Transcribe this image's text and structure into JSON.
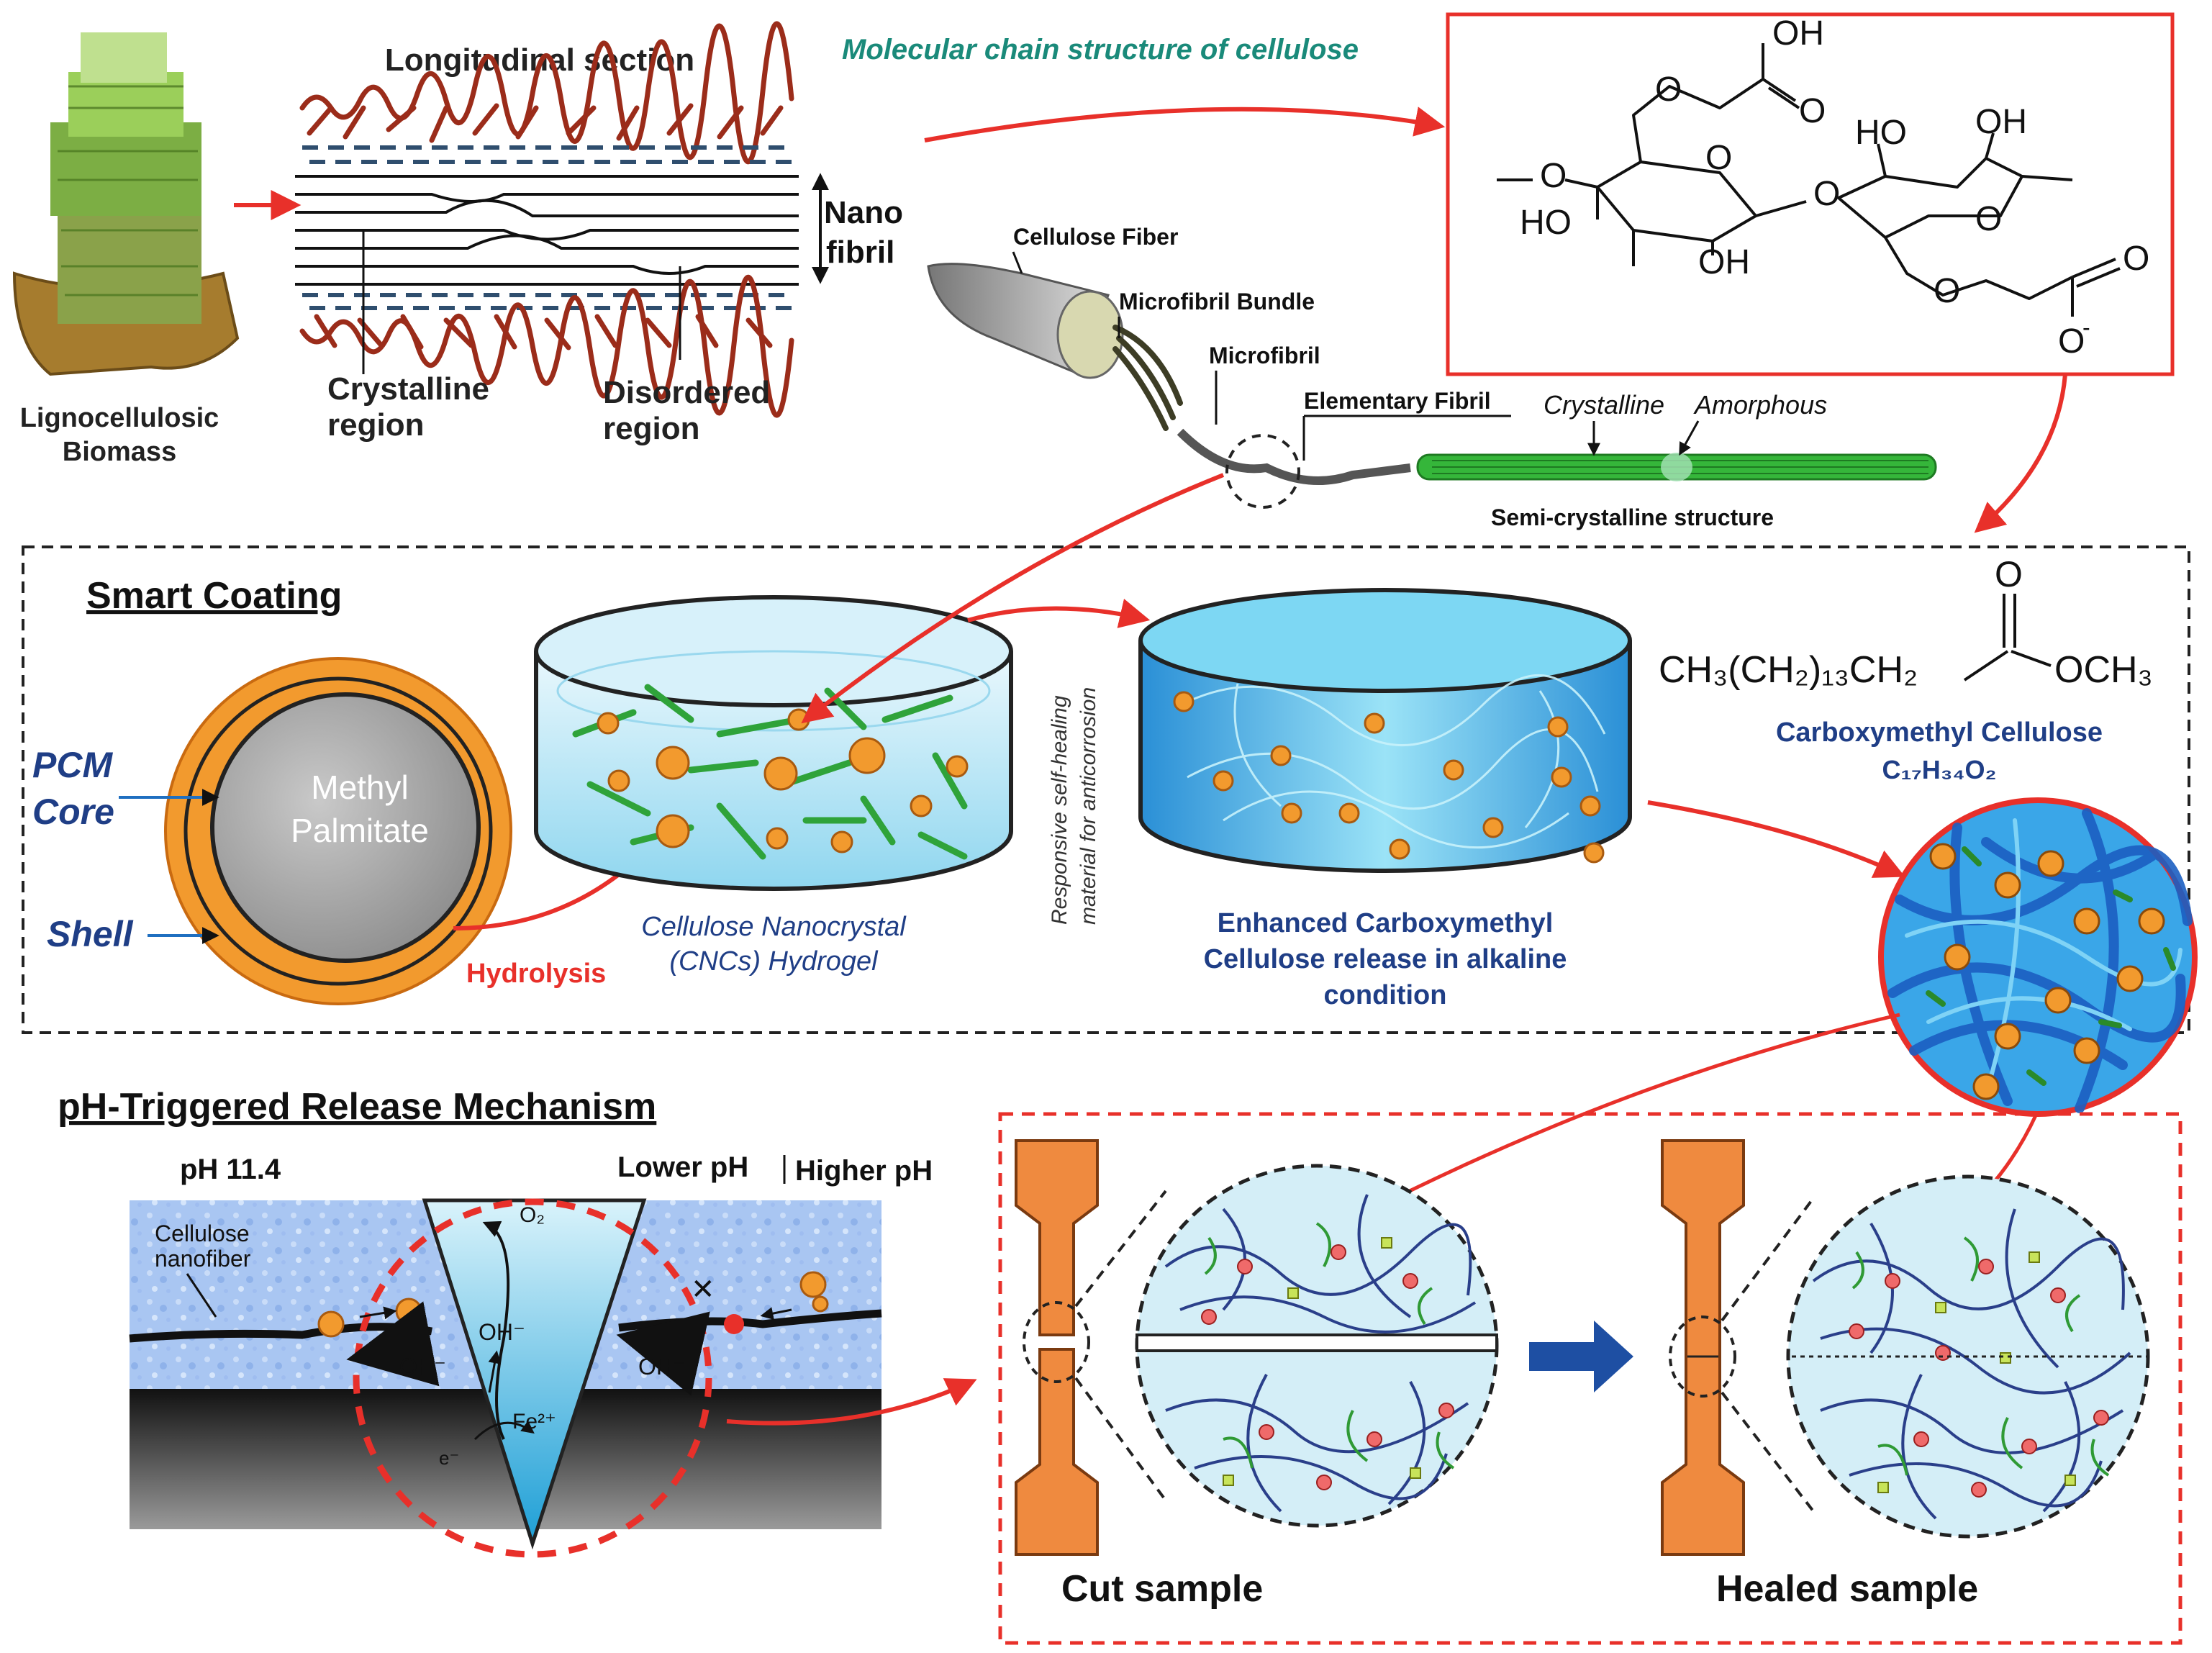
{
  "colors": {
    "red_arrow": "#e8302a",
    "navy_label": "#1f3e86",
    "teal_label": "#1a8a7a",
    "lignin_brown": "#9b2c1a",
    "hemicellulose_blue": "#2f4e6e",
    "water_blue": "#5bc8ef",
    "gel_cyan": "#bfe7f3",
    "core_gray": "#9a9a9a",
    "shell_orange": "#f29a2e",
    "crystalline_green": "#35b63a",
    "specimen_orange": "#ef8a3f",
    "big_arrow_blue": "#1e4fa3"
  },
  "top": {
    "biomass_label_1": "Lignocellulosic",
    "biomass_label_2": "Biomass",
    "longitudinal_title": "Longitudinal section",
    "nanofibril_1": "Nano",
    "nanofibril_2": "fibril",
    "crystalline_region_1": "Crystalline",
    "crystalline_region_2": "region",
    "disordered_region_1": "Disordered",
    "disordered_region_2": "region",
    "molecular_title": "Molecular chain structure of cellulose",
    "fiber": {
      "cellulose_fiber": "Cellulose Fiber",
      "microfibril_bundle": "Microfibril Bundle",
      "microfibril": "Microfibril",
      "elementary_fibril": "Elementary Fibril",
      "crystalline": "Crystalline",
      "amorphous": "Amorphous",
      "semi_crystalline": "Semi-crystalline structure"
    },
    "molecule": {
      "oh_top": "OH",
      "o_carbonyl": "O",
      "o_ether_left": "O",
      "o_ring_left": "O",
      "o_link": "O",
      "ho_mid": "HO",
      "oh_right": "OH",
      "ho_left": "HO",
      "oh_bottom": "OH",
      "o_ring_right": "O",
      "o_ether_right": "O",
      "o_right_carbonyl": "O",
      "o_minus": "O",
      "minus": "-"
    }
  },
  "smart_coating": {
    "title": "Smart Coating",
    "pcm": "PCM",
    "core": "Core",
    "shell": "Shell",
    "core_text_1": "Methyl",
    "core_text_2": "Palmitate",
    "hydrolysis": "Hydrolysis",
    "cnc_label_1": "Cellulose Nanocrystal",
    "cnc_label_2": "(CNCs) Hydrogel",
    "vertical_1": "Responsive self-healing",
    "vertical_2": "material for anticorrosion",
    "release_1": "Enhanced Carboxymethyl",
    "release_2": "Cellulose release in alkaline",
    "release_3": "condition",
    "formula_main": "CH₃(CH₂)₁₃CH₂",
    "formula_tail": "OCH₃",
    "formula_o": "O",
    "cmc_name": "Carboxymethyl Cellulose",
    "cmc_formula": "C₁₇H₃₄O₂"
  },
  "ph": {
    "title": "pH-Triggered Release Mechanism",
    "ph_high": "pH 11.4",
    "lower_ph": "Lower pH",
    "higher_ph": "Higher pH",
    "nanofiber_1": "Cellulose",
    "nanofiber_2": "nanofiber",
    "o2": "O₂",
    "oh_1": "OH⁻",
    "oh_2": "OH⁻",
    "oh_3": "OH⁻",
    "fe": "Fe²⁺",
    "electron": "e⁻",
    "blocked": "✕"
  },
  "healing": {
    "cut_sample": "Cut sample",
    "healed_sample": "Healed sample"
  }
}
